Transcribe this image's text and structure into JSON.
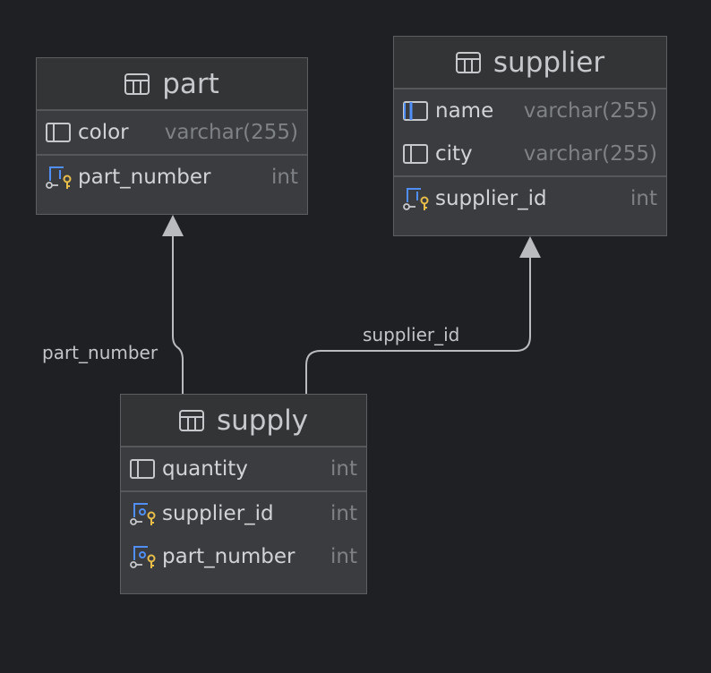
{
  "colors": {
    "background": "#1f2023",
    "table_body": "#3b3c3f",
    "table_header": "#333436",
    "border": "#5c5e61",
    "edge": "#b9bbbe",
    "key_icon": "#e8bd4a",
    "column_icon_blue": "#4f8ff7"
  },
  "tables": {
    "part": {
      "title": "part",
      "columns": [
        {
          "name": "color",
          "type": "varchar(255)",
          "icon": "column-icon"
        },
        {
          "name": "part_number",
          "type": "int",
          "icon": "primary-key-icon"
        }
      ]
    },
    "supplier": {
      "title": "supplier",
      "columns": [
        {
          "name": "name",
          "type": "varchar(255)",
          "icon": "column-icon-blue"
        },
        {
          "name": "city",
          "type": "varchar(255)",
          "icon": "column-icon"
        },
        {
          "name": "supplier_id",
          "type": "int",
          "icon": "primary-key-icon"
        }
      ]
    },
    "supply": {
      "title": "supply",
      "columns": [
        {
          "name": "quantity",
          "type": "int",
          "icon": "column-icon"
        },
        {
          "name": "supplier_id",
          "type": "int",
          "icon": "foreign-key-icon"
        },
        {
          "name": "part_number",
          "type": "int",
          "icon": "foreign-key-icon"
        }
      ]
    }
  },
  "edges": {
    "part_number": "part_number",
    "supplier_id": "supplier_id"
  }
}
